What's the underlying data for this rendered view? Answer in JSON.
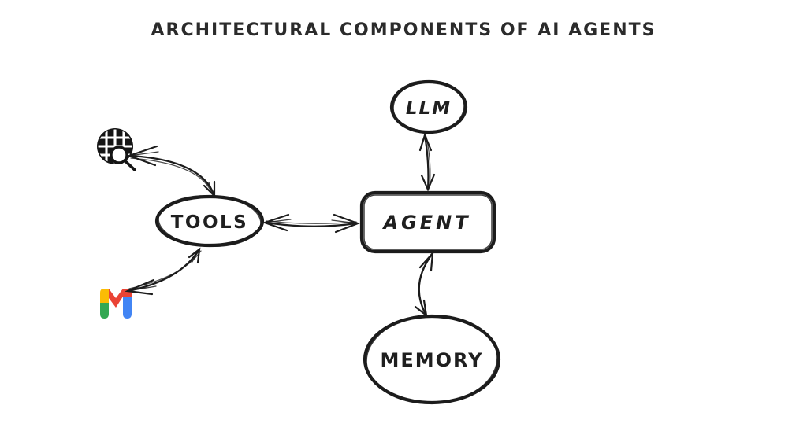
{
  "title": "ARCHITECTURAL COMPONENTS OF AI AGENTS",
  "nodes": {
    "llm": {
      "label": "LLM",
      "shape": "ellipse"
    },
    "agent": {
      "label": "AGENT",
      "shape": "rounded-rectangle"
    },
    "tools": {
      "label": "TOOLS",
      "shape": "ellipse"
    },
    "memory": {
      "label": "MEMORY",
      "shape": "ellipse"
    }
  },
  "icons": {
    "web_search": {
      "name": "globe-search-icon",
      "description": "black globe with white grid and magnifying glass"
    },
    "email": {
      "name": "gmail-icon",
      "description": "Gmail multicolor M logo"
    }
  },
  "edges": [
    {
      "from": "web-search-icon",
      "to": "tools",
      "bidirectional": true,
      "style": "curved-sketch"
    },
    {
      "from": "gmail-icon",
      "to": "tools",
      "bidirectional": true,
      "style": "curved-sketch"
    },
    {
      "from": "tools",
      "to": "agent",
      "bidirectional": true,
      "style": "curved-sketch"
    },
    {
      "from": "llm",
      "to": "agent",
      "bidirectional": true,
      "style": "curved-sketch"
    },
    {
      "from": "agent",
      "to": "memory",
      "bidirectional": true,
      "style": "curved-sketch"
    }
  ],
  "colors": {
    "background": "#ffffff",
    "ink": "#1c1c1c",
    "gmail_red": "#EA4335",
    "gmail_blue": "#4285F4",
    "gmail_green": "#34A853",
    "gmail_yellow": "#FBBC04"
  }
}
